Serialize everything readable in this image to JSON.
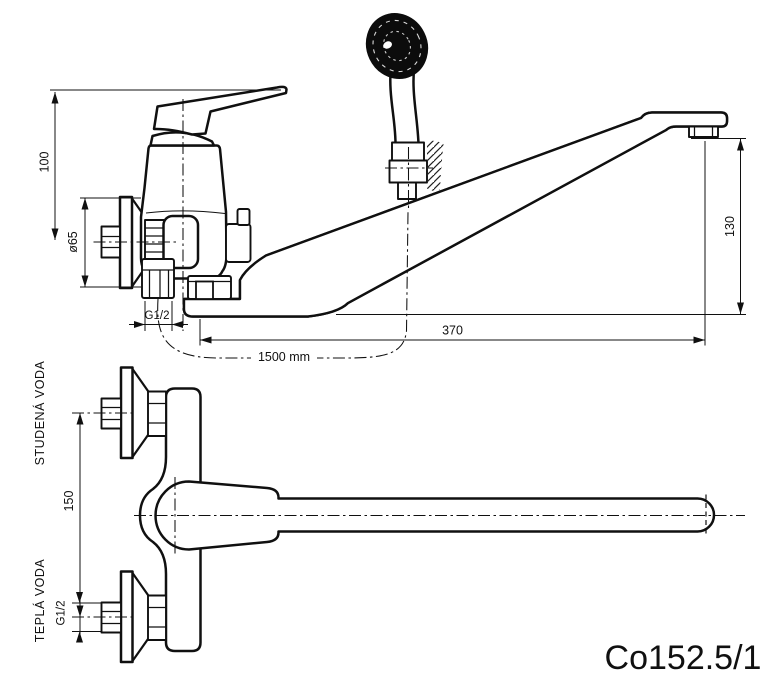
{
  "drawing": {
    "model_number": "Co152.5/1",
    "colors": {
      "ink": "#101010",
      "paper": "#ffffff"
    },
    "labels": {
      "cold_water": "STUDENÁ VODA",
      "hot_water": "TEPLÁ VODA"
    },
    "dimensions": {
      "handle_height": "100",
      "escutcheon_diameter": "ø65",
      "shower_outlet_thread": "G1/2",
      "spout_reach": "370",
      "spout_outlet_height": "130",
      "hose_length": "1500 mm",
      "inlet_spacing": "150",
      "inlet_thread": "G1/2"
    }
  }
}
